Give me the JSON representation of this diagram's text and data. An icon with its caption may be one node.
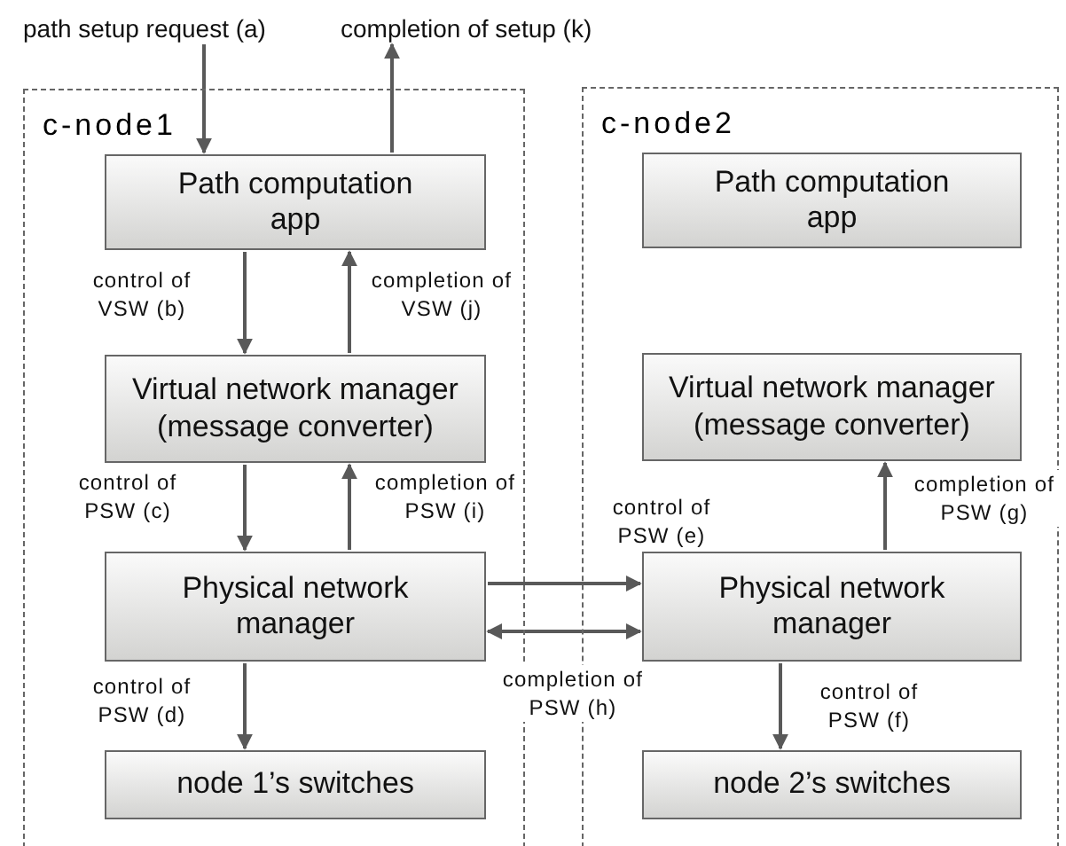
{
  "diagram": {
    "nodes": [
      {
        "text": [
          "path setup request (a)"
        ]
      },
      {
        "text": [
          "completion of setup (k)"
        ]
      },
      {
        "text": [
          "c-node1"
        ]
      },
      {
        "text": [
          "Path computation app"
        ],
        "in": 2
      },
      {
        "text": [
          "Virtual network manager (message converter)"
        ],
        "in": 2
      },
      {
        "text": [
          "Physical network manager"
        ],
        "in": 2
      },
      {
        "text": [
          "node 1’s switches"
        ],
        "in": 2
      },
      {
        "text": [
          "c-node2"
        ]
      },
      {
        "text": [
          "Path computation app"
        ],
        "in": 7
      },
      {
        "text": [
          "Virtual network manager (message converter)"
        ],
        "in": 7
      },
      {
        "text": [
          "Physical network manager"
        ],
        "in": 7
      },
      {
        "text": [
          "node 2’s switches"
        ],
        "in": 7
      }
    ],
    "edges": [
      {
        "from": 0,
        "to": 3,
        "arrow": "to"
      },
      {
        "from": 3,
        "to": 1,
        "arrow": "to"
      },
      {
        "from": 3,
        "to": 4,
        "arrow": "to",
        "label": "control of VSW (b)"
      },
      {
        "from": 4,
        "to": 3,
        "arrow": "to",
        "label": "completion of VSW (j)"
      },
      {
        "from": 4,
        "to": 5,
        "arrow": "to",
        "label": "control of PSW (c)"
      },
      {
        "from": 5,
        "to": 4,
        "arrow": "to",
        "label": "completion of PSW (i)"
      },
      {
        "from": 5,
        "to": 6,
        "arrow": "to",
        "label": "control of PSW (d)"
      },
      {
        "from": 5,
        "to": 10,
        "arrow": "to",
        "label": "control of PSW (e)"
      },
      {
        "from": 10,
        "to": 5,
        "arrow": "both",
        "label": "completion of PSW (h)"
      },
      {
        "from": 10,
        "to": 11,
        "arrow": "to",
        "label": "control of PSW (f)"
      },
      {
        "from": 10,
        "to": 9,
        "arrow": "to",
        "label": "completion of PSW (g)"
      }
    ]
  }
}
